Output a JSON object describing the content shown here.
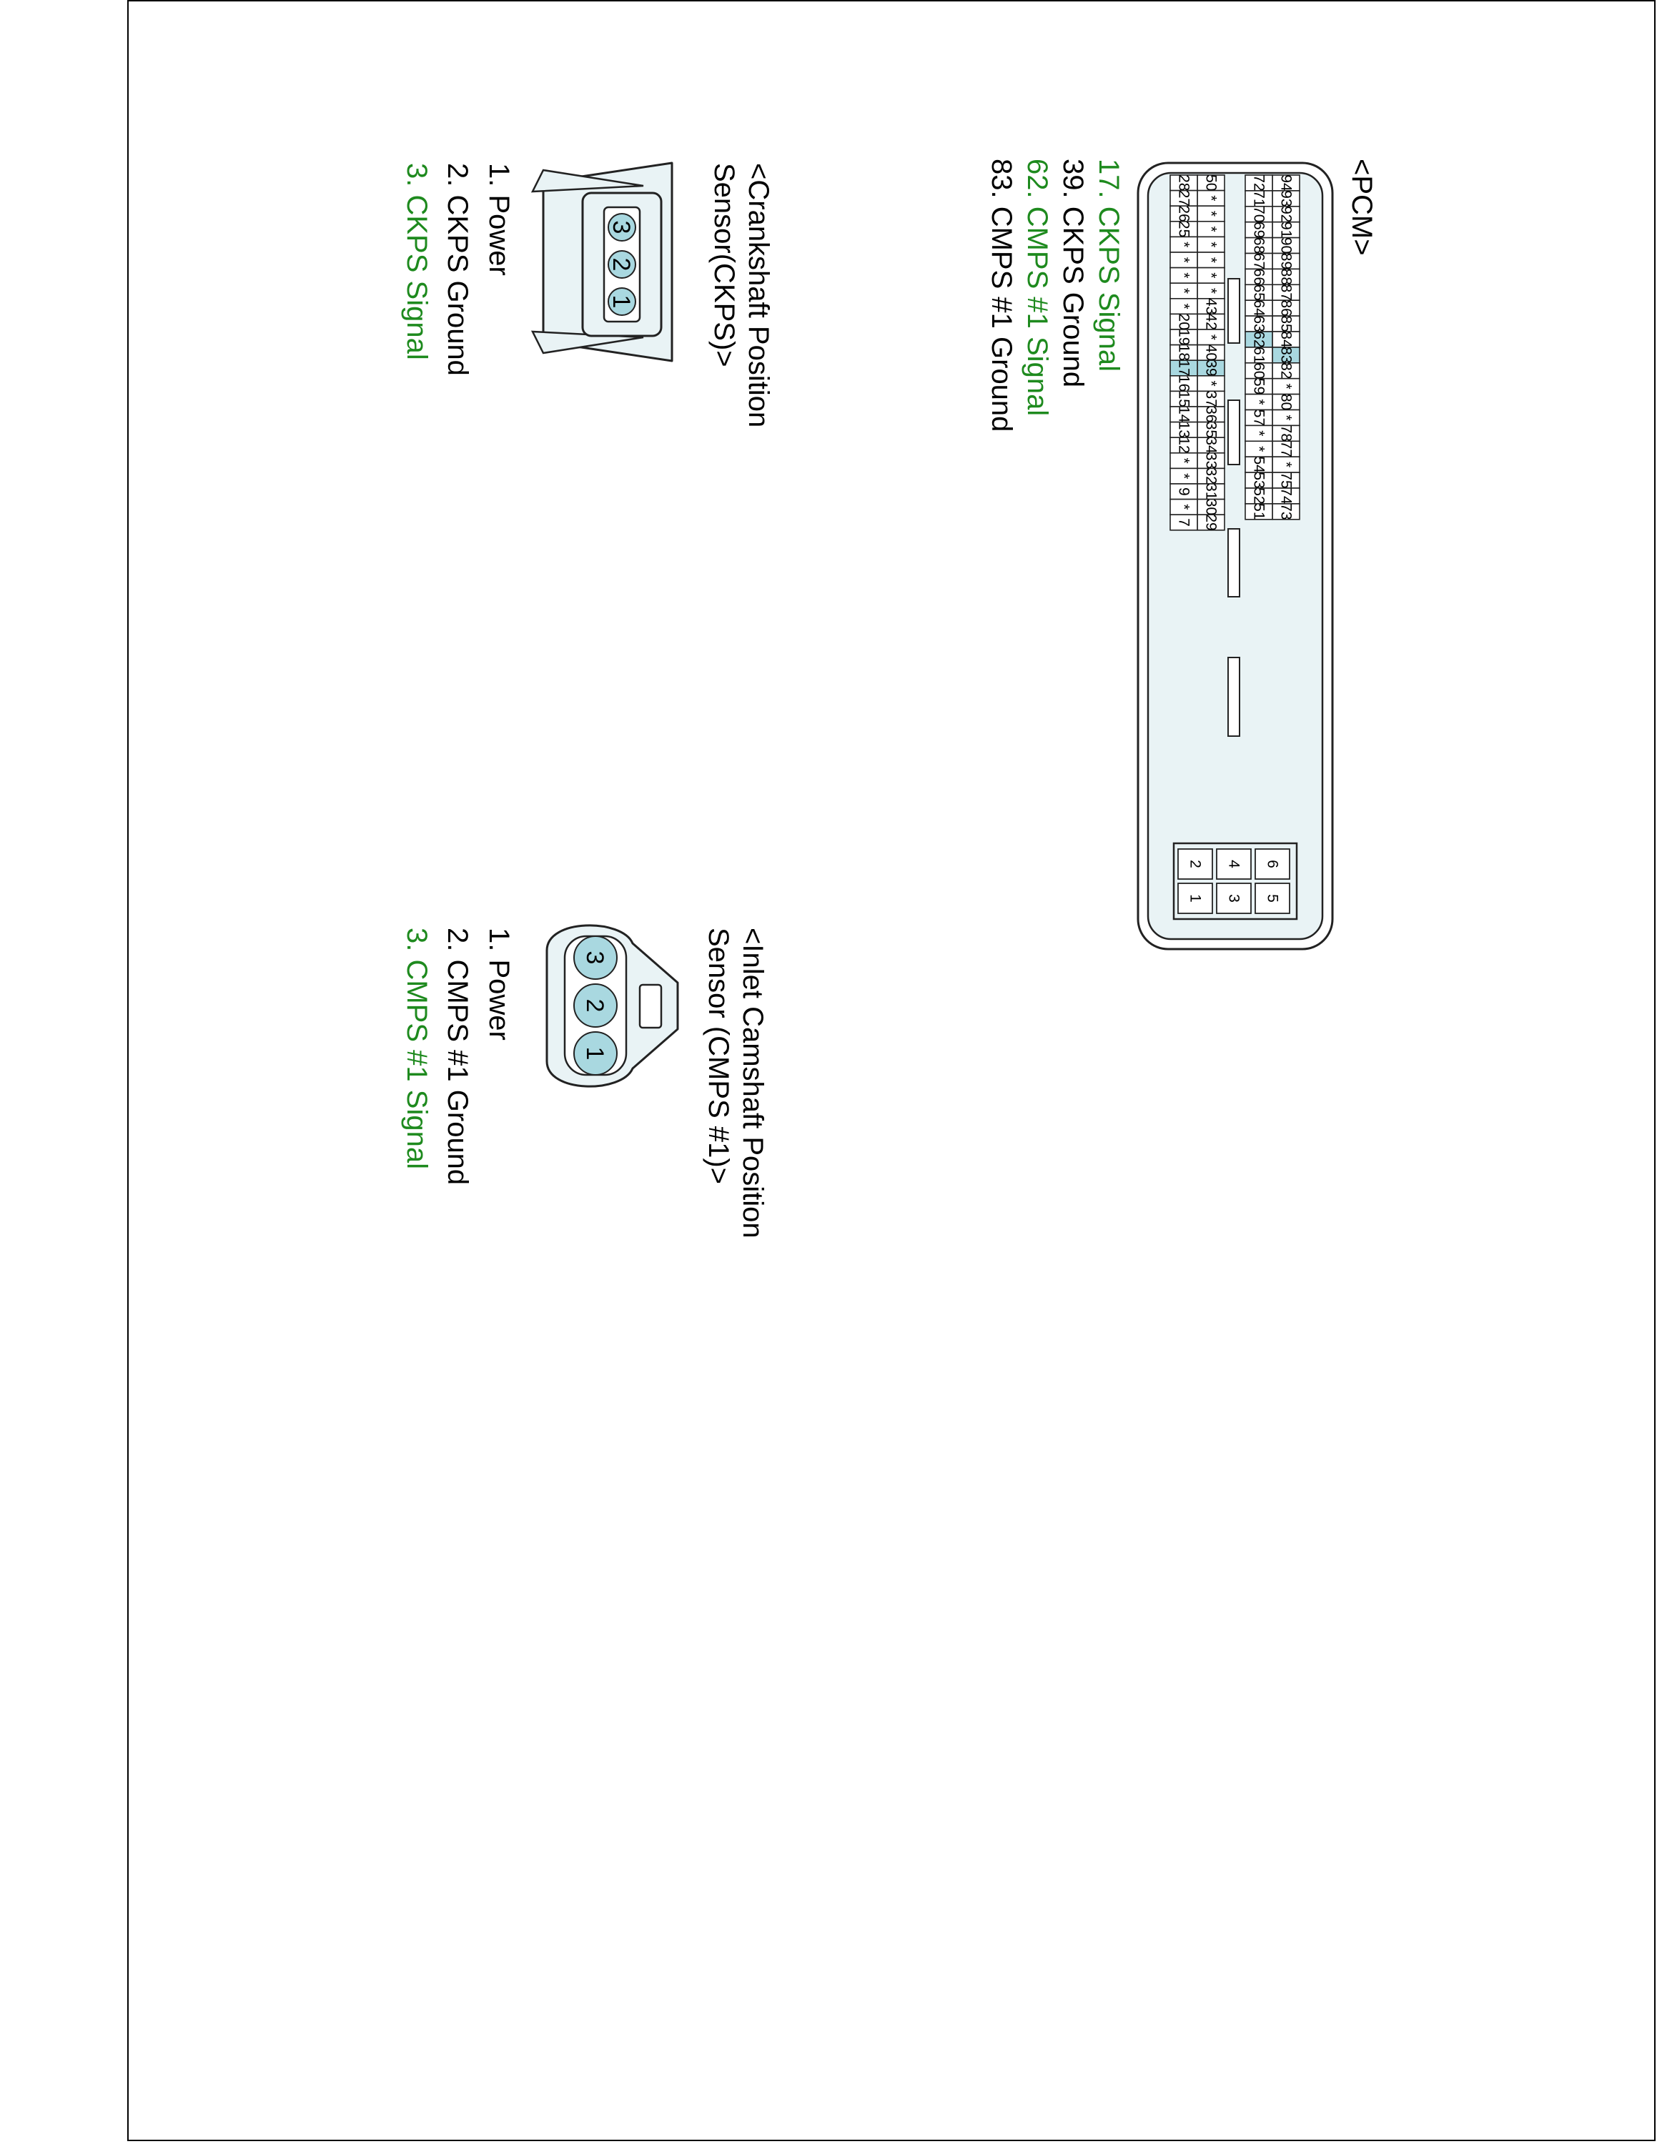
{
  "colors": {
    "accent_green": "#1e8a1e",
    "pin_highlight": "#a9d8e0",
    "housing_fill": "#e9f3f5"
  },
  "pcm": {
    "title": "<PCM>",
    "legend": [
      {
        "text": "17. CKPS Signal",
        "color": "green"
      },
      {
        "text": "39. CKPS Ground",
        "color": "black"
      },
      {
        "text": "62. CMPS #1 Signal",
        "color": "green"
      },
      {
        "text": "83. CMPS #1 Ground",
        "color": "black"
      }
    ],
    "pin_rows": [
      [
        "94",
        "93",
        "92",
        "91",
        "90",
        "89",
        "88",
        "87",
        "86",
        "85",
        "84",
        "83",
        "82",
        "*",
        "80",
        "*",
        "78",
        "77",
        "*",
        "75",
        "74",
        "73"
      ],
      [
        "72",
        "71",
        "70",
        "69",
        "68",
        "67",
        "66",
        "65",
        "64",
        "63",
        "62",
        "61",
        "60",
        "59",
        "*",
        "57",
        "*",
        "*",
        "54",
        "53",
        "52",
        "51"
      ],
      [
        "50",
        "*",
        "*",
        "*",
        "*",
        "*",
        "*",
        "*",
        "43",
        "42",
        "*",
        "40",
        "39",
        "*",
        "37",
        "36",
        "35",
        "34",
        "33",
        "32",
        "31",
        "30",
        "29"
      ],
      [
        "28",
        "27",
        "26",
        "25",
        "*",
        "*",
        "*",
        "*",
        "*",
        "20",
        "19",
        "18",
        "17",
        "16",
        "15",
        "14",
        "13",
        "12",
        "*",
        "*",
        "9",
        "*",
        "7"
      ]
    ],
    "highlighted_pins": [
      "83",
      "62",
      "39",
      "17"
    ],
    "aux_pins": [
      [
        "6",
        "5"
      ],
      [
        "4",
        "3"
      ],
      [
        "2",
        "1"
      ]
    ]
  },
  "ckps": {
    "title_lines": [
      "<Crankshaft Position",
      "Sensor(CKPS)>"
    ],
    "pins": [
      "3",
      "2",
      "1"
    ],
    "legend": [
      {
        "text": "1. Power",
        "color": "black"
      },
      {
        "text": "2. CKPS Ground",
        "color": "black"
      },
      {
        "text": "3. CKPS Signal",
        "color": "green"
      }
    ]
  },
  "cmps": {
    "title_lines": [
      "<Inlet Camshaft Position",
      "Sensor (CMPS #1)>"
    ],
    "pins": [
      "3",
      "2",
      "1"
    ],
    "legend": [
      {
        "text": "1. Power",
        "color": "black"
      },
      {
        "text": "2. CMPS #1 Ground",
        "color": "black"
      },
      {
        "text": "3. CMPS #1 Signal",
        "color": "green"
      }
    ]
  }
}
